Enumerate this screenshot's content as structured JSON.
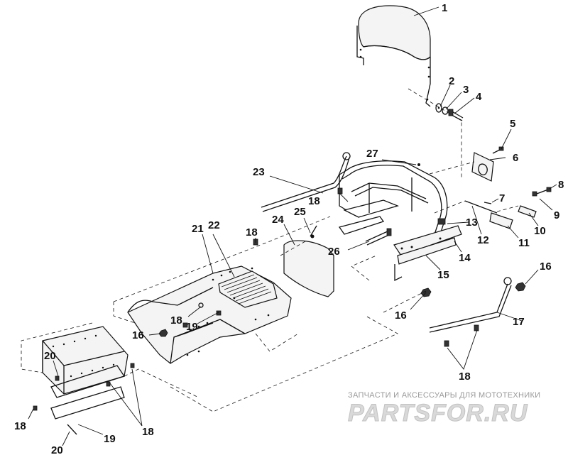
{
  "diagram": {
    "callouts": {
      "c1": "1",
      "c2": "2",
      "c3": "3",
      "c4": "4",
      "c5": "5",
      "c6": "6",
      "c7": "7",
      "c8": "8",
      "c9": "9",
      "c10": "10",
      "c11": "11",
      "c12": "12",
      "c13": "13",
      "c14": "14",
      "c15": "15",
      "c16a": "16",
      "c16b": "16",
      "c16c": "16",
      "c17": "17",
      "c18a": "18",
      "c18b": "18",
      "c18c": "18",
      "c18d": "18",
      "c18e": "18",
      "c18f": "18",
      "c19a": "19",
      "c19b": "19",
      "c20a": "20",
      "c20b": "20",
      "c21": "21",
      "c22": "22",
      "c23": "23",
      "c24": "24",
      "c25": "25",
      "c26": "26",
      "c27": "27"
    }
  },
  "watermark": {
    "caption": "ЗАПЧАСТИ И АКСЕССУАРЫ ДЛЯ МОТОТЕХНИКИ",
    "logo": "PARTSFOR.RU"
  }
}
